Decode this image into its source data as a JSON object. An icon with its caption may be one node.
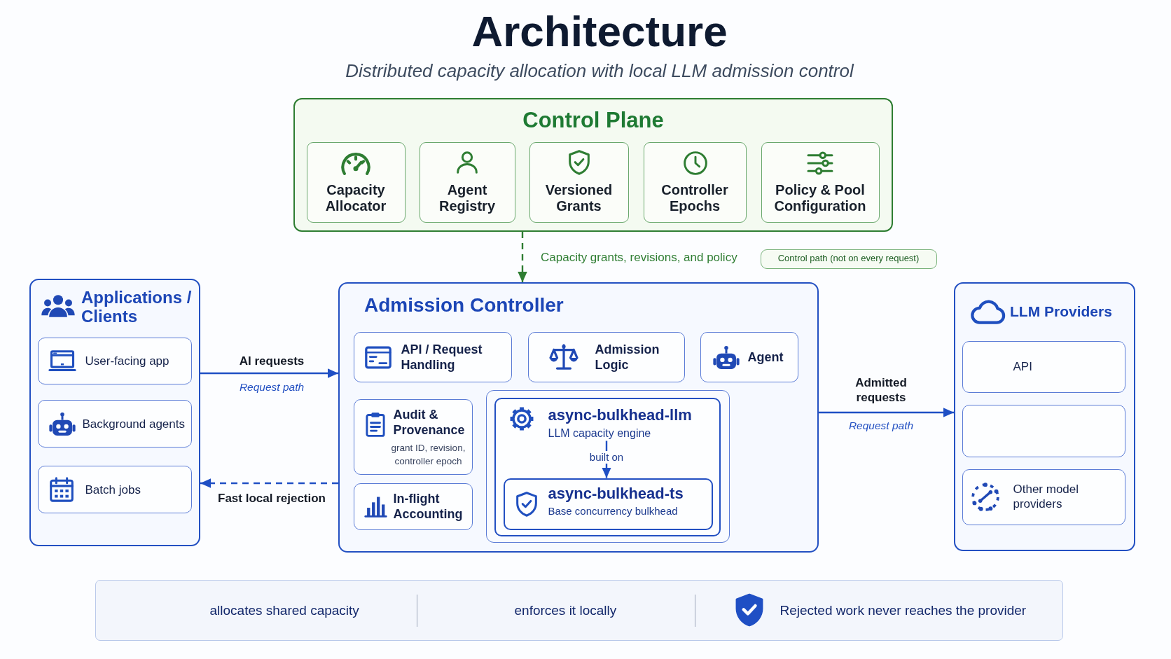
{
  "diagram": {
    "title": "Architecture",
    "nodes": [
      {
        "text": [
          "Control Plane"
        ]
      },
      {
        "text": [
          "Capacity Allocator"
        ],
        "in": 0
      },
      {
        "text": [
          "Agent Registry"
        ],
        "in": 0
      },
      {
        "text": [
          "Versioned Grants"
        ],
        "in": 0
      },
      {
        "text": [
          "Controller Epochs"
        ],
        "in": 0
      },
      {
        "text": [
          "Policy & Pool Configuration"
        ],
        "in": 0
      },
      {
        "text": [
          "Control path (not on every request)"
        ]
      },
      {
        "text": [
          "Applications / Clients"
        ]
      },
      {
        "text": [
          "User-facing app"
        ],
        "in": 7
      },
      {
        "text": [
          "Background agents"
        ],
        "in": 7
      },
      {
        "text": [
          "Batch jobs"
        ],
        "in": 7
      },
      {
        "text": [
          "Admission Controller"
        ]
      },
      {
        "text": [
          "API / Request Handling"
        ],
        "in": 11
      },
      {
        "text": [
          "Admission Logic"
        ],
        "in": 11
      },
      {
        "text": [
          "Agent"
        ],
        "in": 11
      },
      {
        "text": [
          "Audit & Provenance",
          "grant ID, revision, controller epoch"
        ],
        "in": 11
      },
      {
        "text": [
          "In-flight Accounting"
        ],
        "in": 11
      },
      {
        "text": [],
        "shape": "box",
        "in": 11
      },
      {
        "text": [],
        "shape": "box",
        "in": 17
      },
      {
        "text": [
          "async-bulkhead-llm",
          "LLM capacity engine"
        ],
        "in": 18
      },
      {
        "text": [
          "async-bulkhead-ts",
          "Base concurrency bulkhead"
        ],
        "in": 18
      },
      {
        "text": [
          "LLM Providers"
        ]
      },
      {
        "text": [
          "API"
        ],
        "in": 21
      },
      {
        "text": [],
        "shape": "box",
        "in": 21
      },
      {
        "text": [
          "Other model providers"
        ],
        "in": 21
      },
      {
        "text": [
          "allocates shared capacity",
          "enforces it locally",
          "Rejected work never reaches the provider"
        ]
      }
    ],
    "edges": [
      {
        "from": 0,
        "to": 11,
        "arrow": "to",
        "label": "Capacity grants, revisions, and policy",
        "style": "dashed",
        "color": "#2e7d32"
      },
      {
        "from": 7,
        "to": 11,
        "arrow": "to",
        "label": "AI requests"
      },
      {
        "from": 11,
        "to": 7,
        "arrow": "to",
        "label": "Fast local rejection",
        "style": "dashed"
      },
      {
        "from": 11,
        "to": 21,
        "arrow": "to",
        "label": "Admitted requests"
      },
      {
        "from": 19,
        "to": 20,
        "arrow": "to",
        "label": "built on"
      }
    ],
    "labels": [
      "Distributed capacity allocation with local LLM admission control",
      "Request path",
      "Request path"
    ]
  }
}
